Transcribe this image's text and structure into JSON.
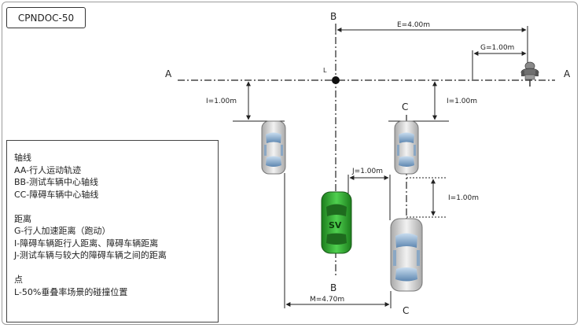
{
  "title": "CPNDOC-50",
  "axis_labels": {
    "a_left": "A",
    "a_right": "A",
    "b_top": "B",
    "b_bottom": "B",
    "c_top": "C",
    "c_bottom": "C",
    "l_point": "L"
  },
  "dimensions": {
    "e": "E=4.00m",
    "g": "G=1.00m",
    "i_left": "I=1.00m",
    "i_right": "I=1.00m",
    "i_middle": "I=1.00m",
    "j": "J=1.00m",
    "m": "M=4.70m"
  },
  "vehicle_label": "SV",
  "legend": {
    "axes_title": "轴线",
    "axes": [
      "AA-行人运动轨迹",
      "BB-测试车辆中心轴线",
      "CC-障碍车辆中心轴线"
    ],
    "distances_title": "距离",
    "distances": [
      "G-行人加速距离（跑动）",
      "I-障碍车辆距行人距离、障碍车辆距离",
      "J-测试车辆与较大的障碍车辆之间的距离"
    ],
    "points_title": "点",
    "points": [
      "L-50%垂叠率场景的碰撞位置"
    ]
  },
  "colors": {
    "subject_vehicle": "#2eaa2e",
    "obstacle_vehicle": "#d8d8d8",
    "lines": "#222222"
  }
}
